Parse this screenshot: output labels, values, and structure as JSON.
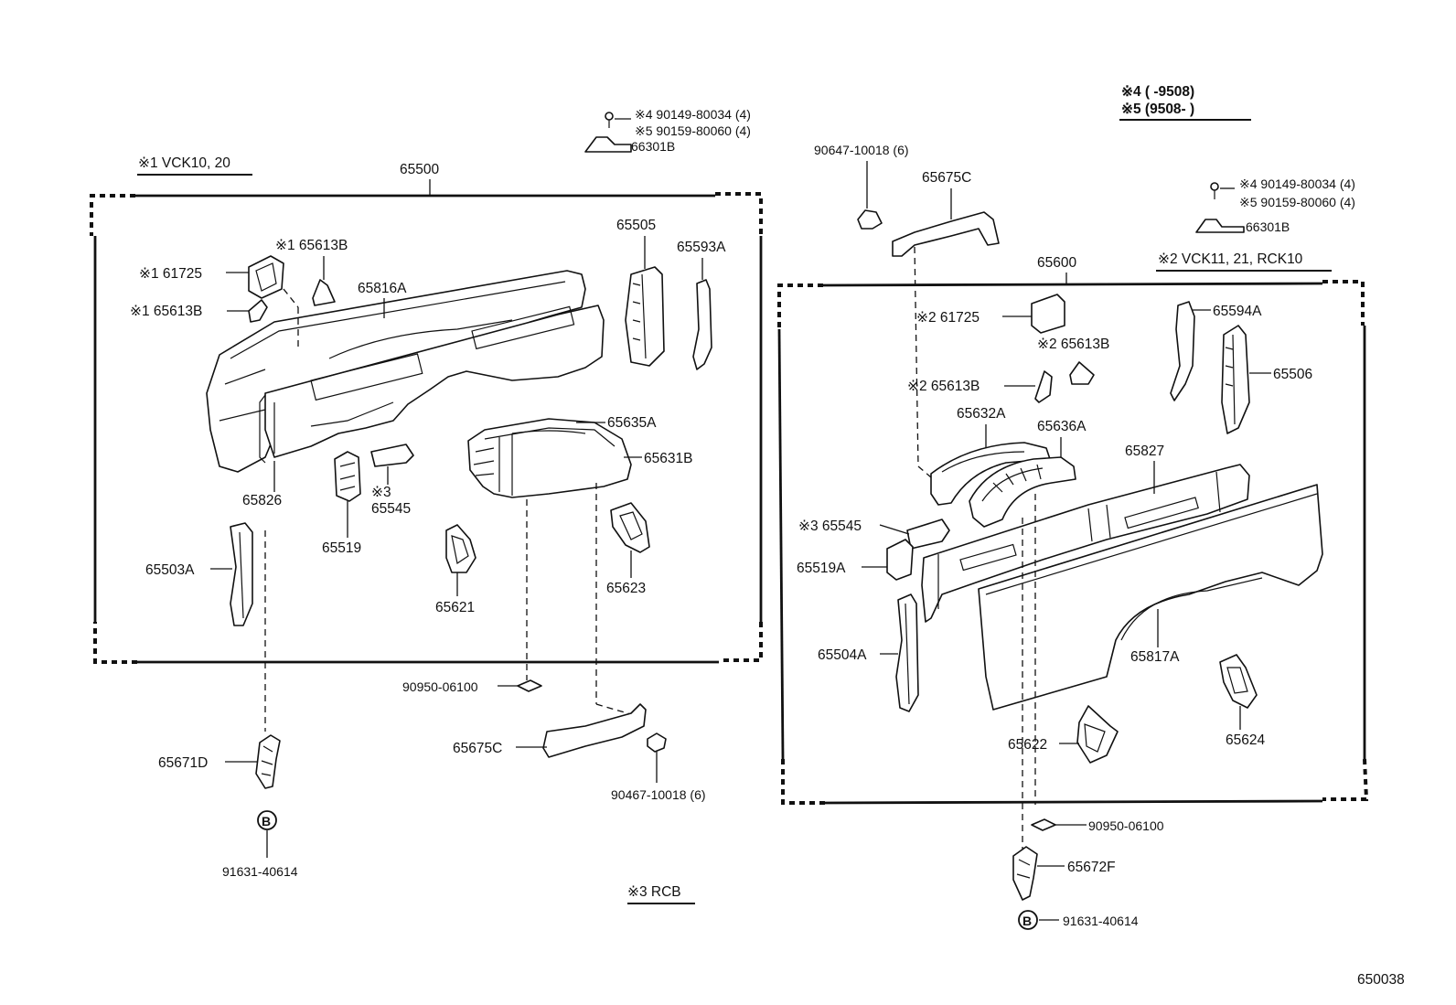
{
  "diagram_id": "650038",
  "notes": {
    "n1": "※1 VCK10, 20",
    "n2": "※2 VCK11, 21, RCK10",
    "n3": "※3 RCB",
    "n45_a": "※4 (      -9508)",
    "n45_b": "※5 (9508-       )"
  },
  "left": {
    "group": "65500",
    "screw4": "※4 90149-80034 (4)",
    "screw5": "※5 90159-80060 (4)",
    "hinge": "66301B",
    "p61725": "※1 61725",
    "p65613B_a": "※1 65613B",
    "p65613B_b": "※1 65613B",
    "p65816A": "65816A",
    "p65505": "65505",
    "p65593A": "65593A",
    "p65635A": "65635A",
    "p65631B": "65631B",
    "p65826": "65826",
    "p65545_mark": "※3",
    "p65545": "65545",
    "p65519": "65519",
    "p65503A": "65503A",
    "p65621": "65621",
    "p65623": "65623",
    "p90950": "90950-06100",
    "p65675C": "65675C",
    "p90467": "90467-10018 (6)",
    "p65671D": "65671D",
    "circle_b": "B",
    "bolt": "91631-40614"
  },
  "right": {
    "group": "65600",
    "clip": "90647-10018 (6)",
    "p65675C": "65675C",
    "screw4": "※4 90149-80034 (4)",
    "screw5": "※5 90159-80060 (4)",
    "hinge": "66301B",
    "p61725": "※2 61725",
    "p65613B_a": "※2 65613B",
    "p65613B_b": "※2 65613B",
    "p65594A": "65594A",
    "p65506": "65506",
    "p65632A": "65632A",
    "p65636A": "65636A",
    "p65827": "65827",
    "p65545": "※3 65545",
    "p65519A": "65519A",
    "p65504A": "65504A",
    "p65817A": "65817A",
    "p65624": "65624",
    "p65622": "65622",
    "p90950": "90950-06100",
    "p65672F": "65672F",
    "circle_b": "B",
    "bolt": "91631-40614"
  }
}
